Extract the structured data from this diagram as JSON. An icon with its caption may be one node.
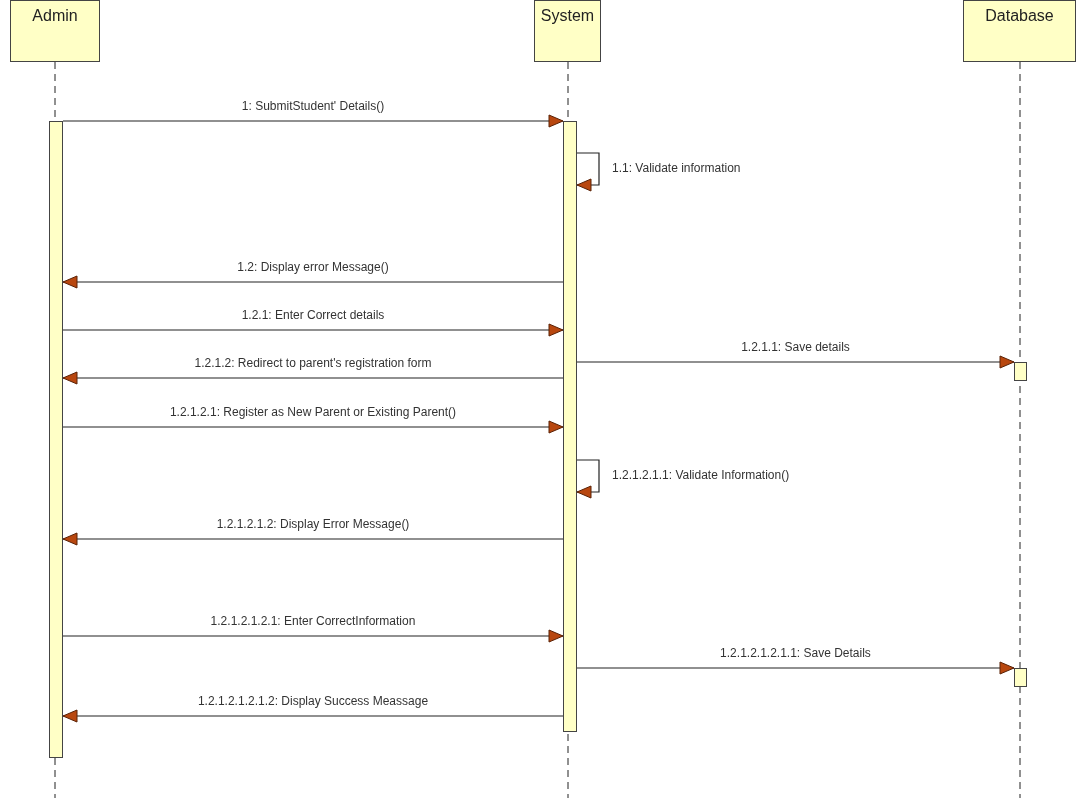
{
  "diagram": {
    "nodes": [
      {
        "text": [
          "Admin"
        ]
      },
      {
        "text": [
          "System"
        ]
      },
      {
        "text": [
          "Database"
        ]
      },
      {
        "text": [],
        "shape": "bar"
      },
      {
        "text": [],
        "shape": "bar"
      },
      {
        "text": [],
        "shape": "bar"
      },
      {
        "text": [],
        "shape": "bar"
      }
    ],
    "edges": [
      {
        "from": 3,
        "to": 4,
        "arrow": "to",
        "label": "1: SubmitStudent' Details()"
      },
      {
        "from": 4,
        "to": 4,
        "arrow": "to",
        "label": "1.1: Validate information"
      },
      {
        "from": 4,
        "to": 3,
        "arrow": "to",
        "label": "1.2: Display error Message()"
      },
      {
        "from": 3,
        "to": 4,
        "arrow": "to",
        "label": "1.2.1: Enter Correct details"
      },
      {
        "from": 4,
        "to": 5,
        "arrow": "to",
        "label": "1.2.1.1: Save details"
      },
      {
        "from": 4,
        "to": 3,
        "arrow": "to",
        "label": "1.2.1.2: Redirect to parent's registration form"
      },
      {
        "from": 3,
        "to": 4,
        "arrow": "to",
        "label": "1.2.1.2.1: Register as New Parent or Existing Parent()"
      },
      {
        "from": 4,
        "to": 4,
        "arrow": "to",
        "label": "1.2.1.2.1.1: Validate Information()"
      },
      {
        "from": 4,
        "to": 3,
        "arrow": "to",
        "label": "1.2.1.2.1.2: Display Error Message()"
      },
      {
        "from": 3,
        "to": 4,
        "arrow": "to",
        "label": "1.2.1.2.1.2.1: Enter CorrectInformation"
      },
      {
        "from": 4,
        "to": 6,
        "arrow": "to",
        "label": "1.2.1.2.1.2.1.1: Save Details"
      },
      {
        "from": 4,
        "to": 3,
        "arrow": "to",
        "label": "1.2.1.2.1.2.1.2: Display Success Meassage"
      }
    ]
  }
}
